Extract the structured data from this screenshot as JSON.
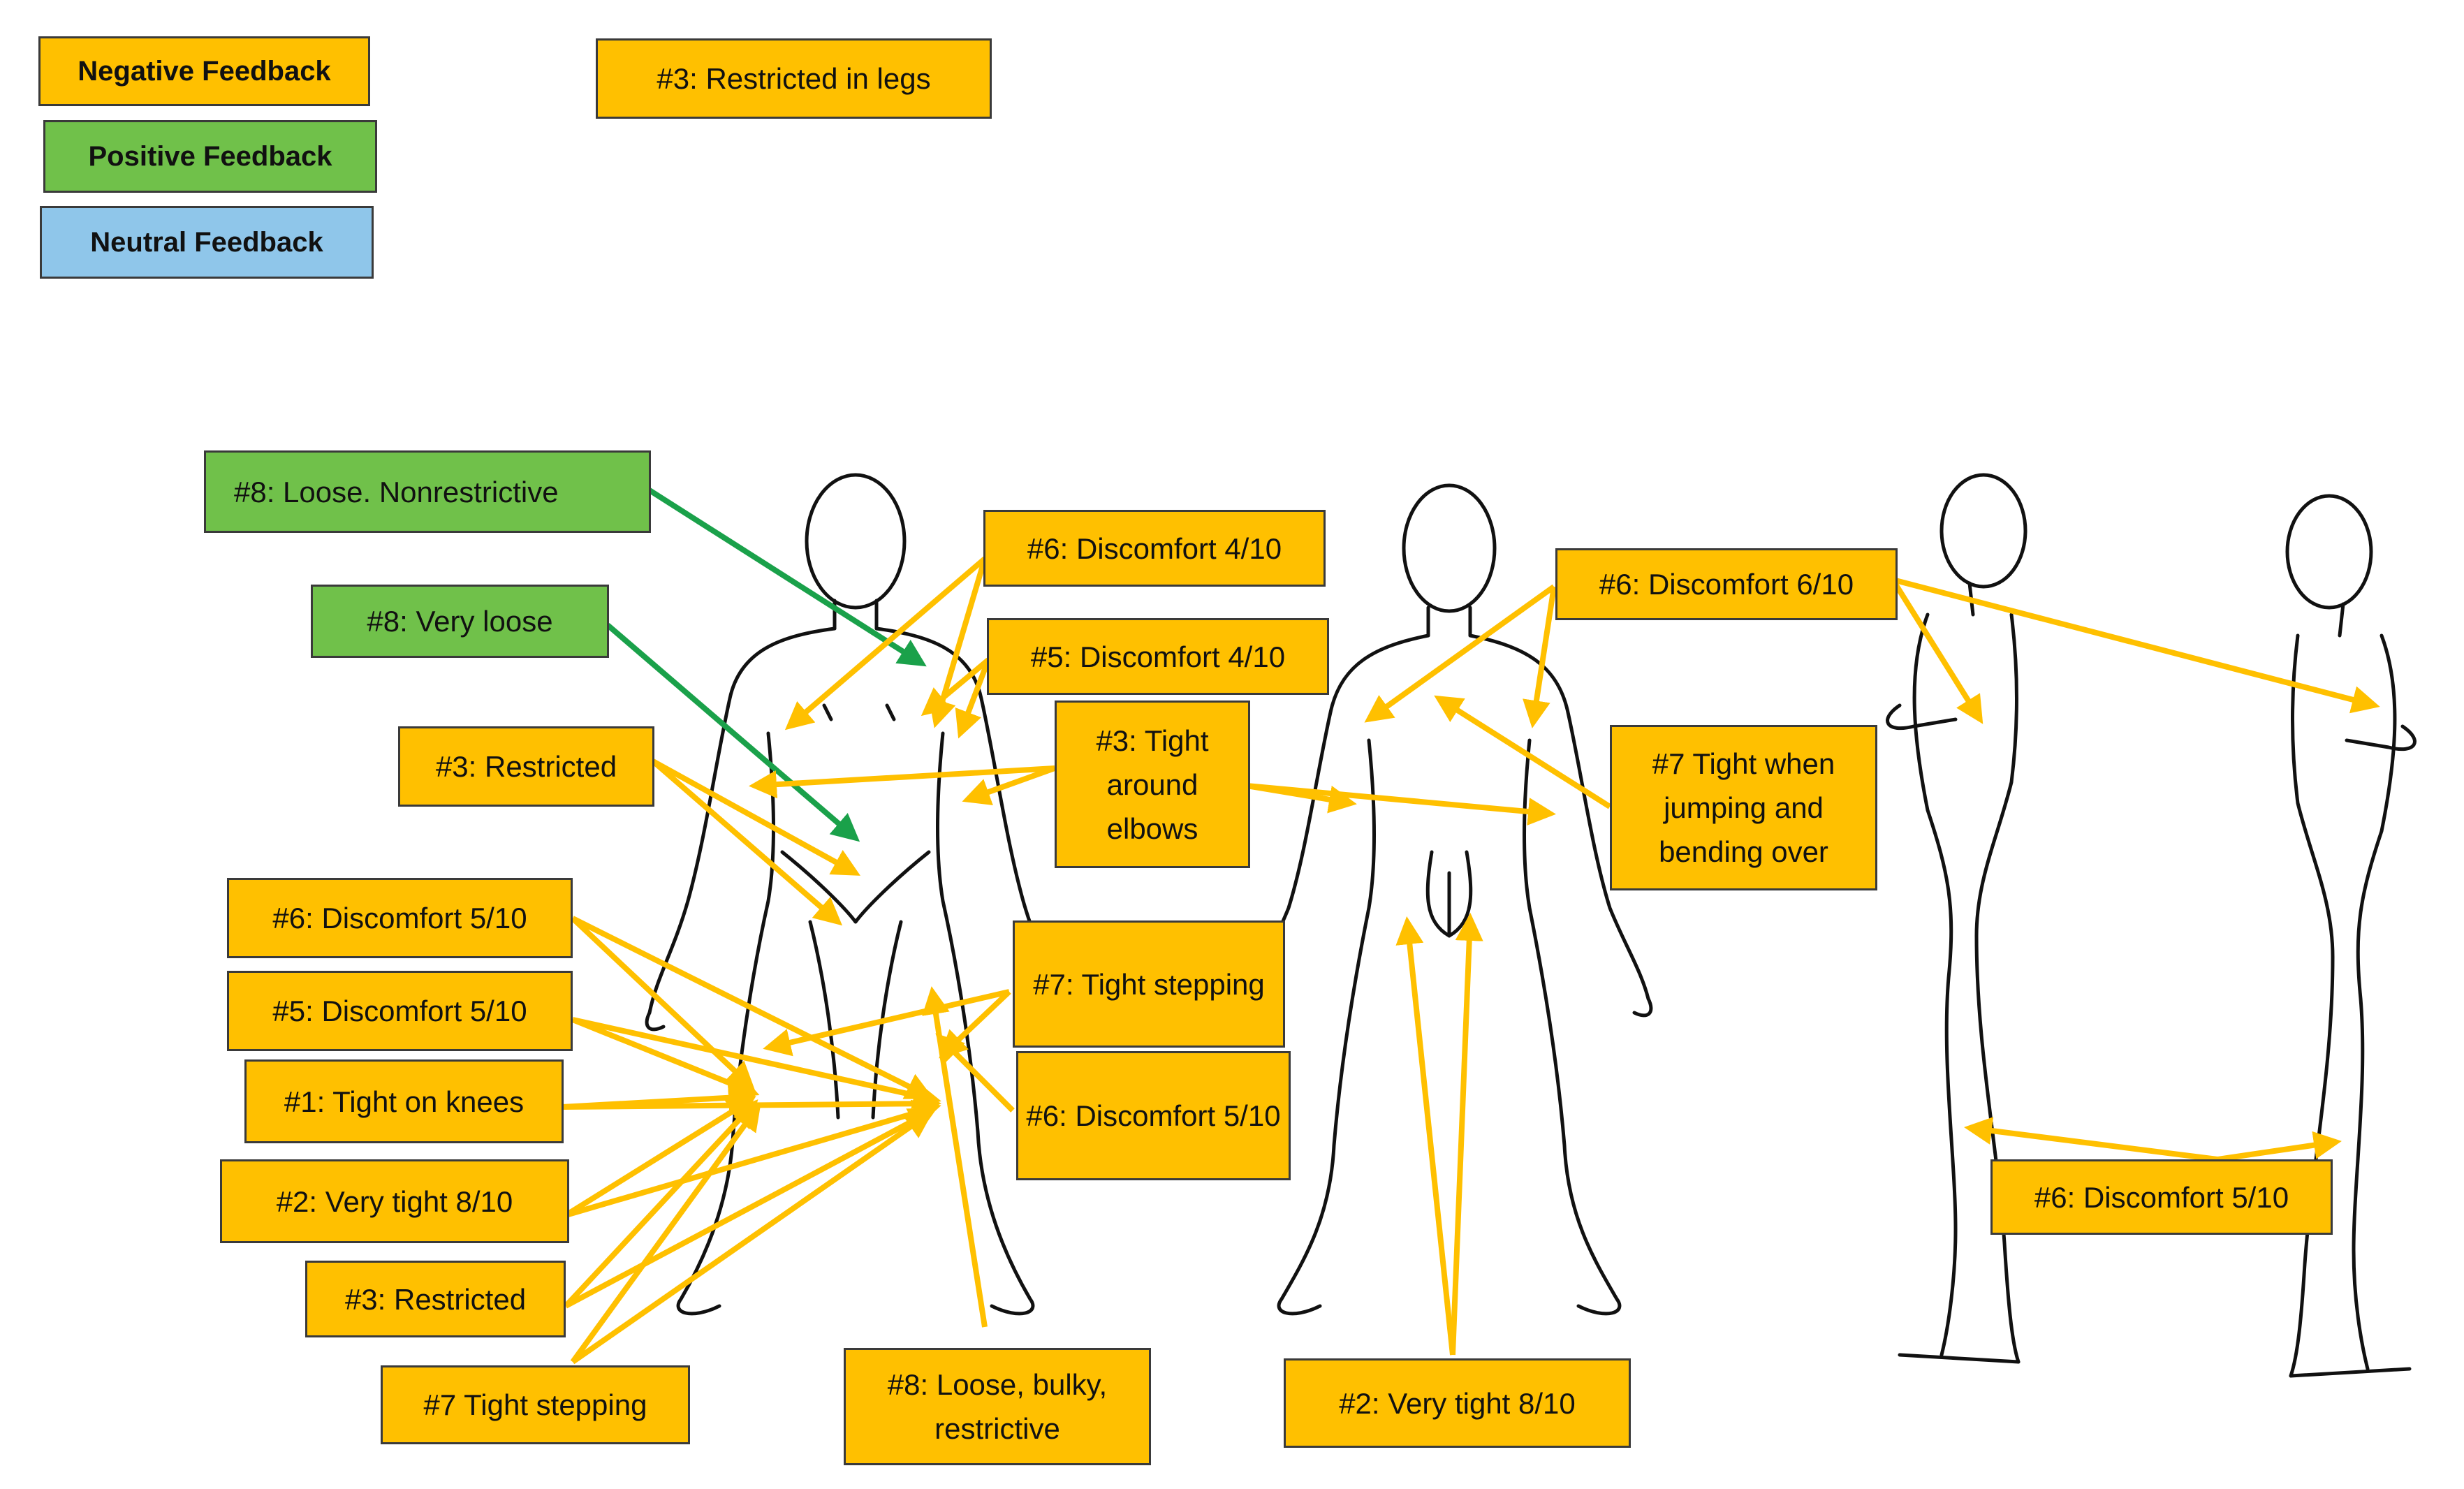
{
  "legend": {
    "negative": "Negative Feedback",
    "positive": "Positive Feedback",
    "neutral": "Neutral Feedback"
  },
  "colors": {
    "negative": "#ffc000",
    "positive": "#70c14a",
    "neutral": "#8fc6ea",
    "arrow_negative": "#ffc000",
    "arrow_positive": "#1aa14a"
  },
  "callouts": {
    "c_restricted_legs": "#3: Restricted in legs",
    "c_loose_nonrestrictive": "#8: Loose. Nonrestrictive",
    "c_very_loose": "#8: Very loose",
    "c_discomfort_4_10_a": "#6: Discomfort 4/10",
    "c_discomfort_4_10_b": "#5: Discomfort 4/10",
    "c_restricted_a": "#3: Restricted",
    "c_tight_elbows": "#3: Tight around elbows",
    "c_discomfort_6_10": "#6: Discomfort 6/10",
    "c_tight_jumping": "#7 Tight when jumping and bending over",
    "c_discomfort_5_10_a": "#6: Discomfort 5/10",
    "c_discomfort_5_10_b": "#5: Discomfort 5/10",
    "c_tight_knees": "#1: Tight on knees",
    "c_very_tight_a": "#2: Very tight 8/10",
    "c_restricted_b": "#3: Restricted",
    "c_tight_stepping_a": "#7 Tight stepping",
    "c_tight_stepping_b": "#7: Tight stepping",
    "c_discomfort_5_10_c": "#6: Discomfort 5/10",
    "c_loose_bulky": "#8: Loose, bulky, restrictive",
    "c_very_tight_b": "#2: Very tight 8/10",
    "c_discomfort_5_10_d": "#6: Discomfort 5/10"
  }
}
